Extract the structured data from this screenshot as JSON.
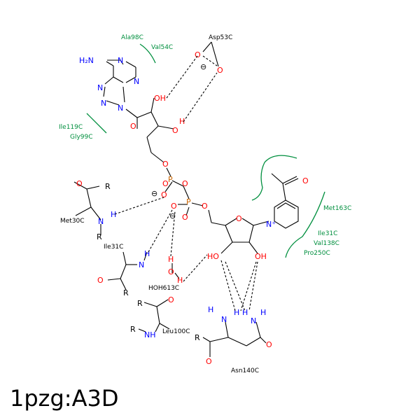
{
  "diagram": {
    "title": "1pzg:A3D",
    "residues": {
      "ala98": "Ala98C",
      "val54": "Val54C",
      "asp53": "Asp53C",
      "ile119": "Ile119C",
      "gly99": "Gly99C",
      "met30": "Met30C",
      "ile31a": "Ile31C",
      "hoh613": "HOH613C",
      "leu100": "Leu100C",
      "asn140": "Asn140C",
      "met163": "Met163C",
      "ile31b": "Ile31C",
      "val138": "Val138C",
      "pro250": "Pro250C"
    },
    "atoms": {
      "h2n": "H₂N",
      "n": "N",
      "o": "O",
      "oh": "OH",
      "ho": "HO",
      "h": "H",
      "p": "P",
      "r": "R",
      "nh": "NH",
      "n_plus": "N⁺",
      "minus": "⊖"
    }
  }
}
